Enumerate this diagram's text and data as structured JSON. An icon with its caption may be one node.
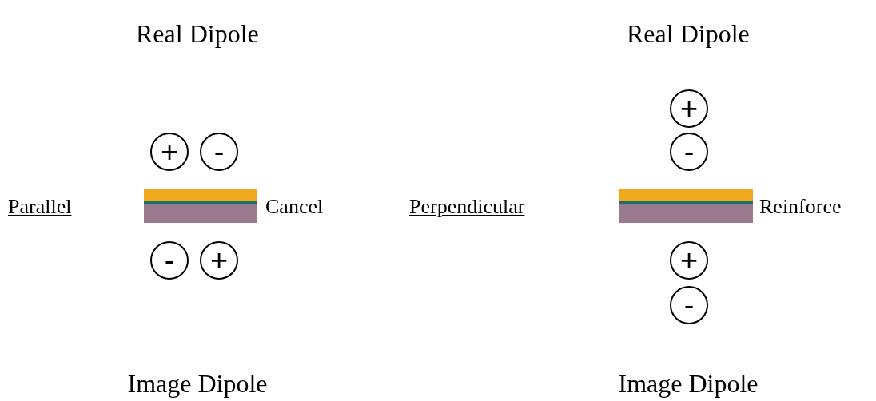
{
  "diagram": {
    "nodes": [
      {
        "text": [
          "+"
        ]
      },
      {
        "text": [
          "-"
        ]
      },
      {
        "text": [
          "-"
        ]
      },
      {
        "text": [
          "+"
        ]
      },
      {
        "text": [
          "+"
        ]
      },
      {
        "text": [
          "-"
        ]
      },
      {
        "text": [
          "+"
        ]
      },
      {
        "text": [
          "-"
        ]
      }
    ],
    "labels": [
      "Real Dipole",
      "Real Dipole",
      "Parallel",
      "Cancel",
      "Perpendicular",
      "Reinforce",
      "Image Dipole",
      "Image Dipole"
    ]
  }
}
